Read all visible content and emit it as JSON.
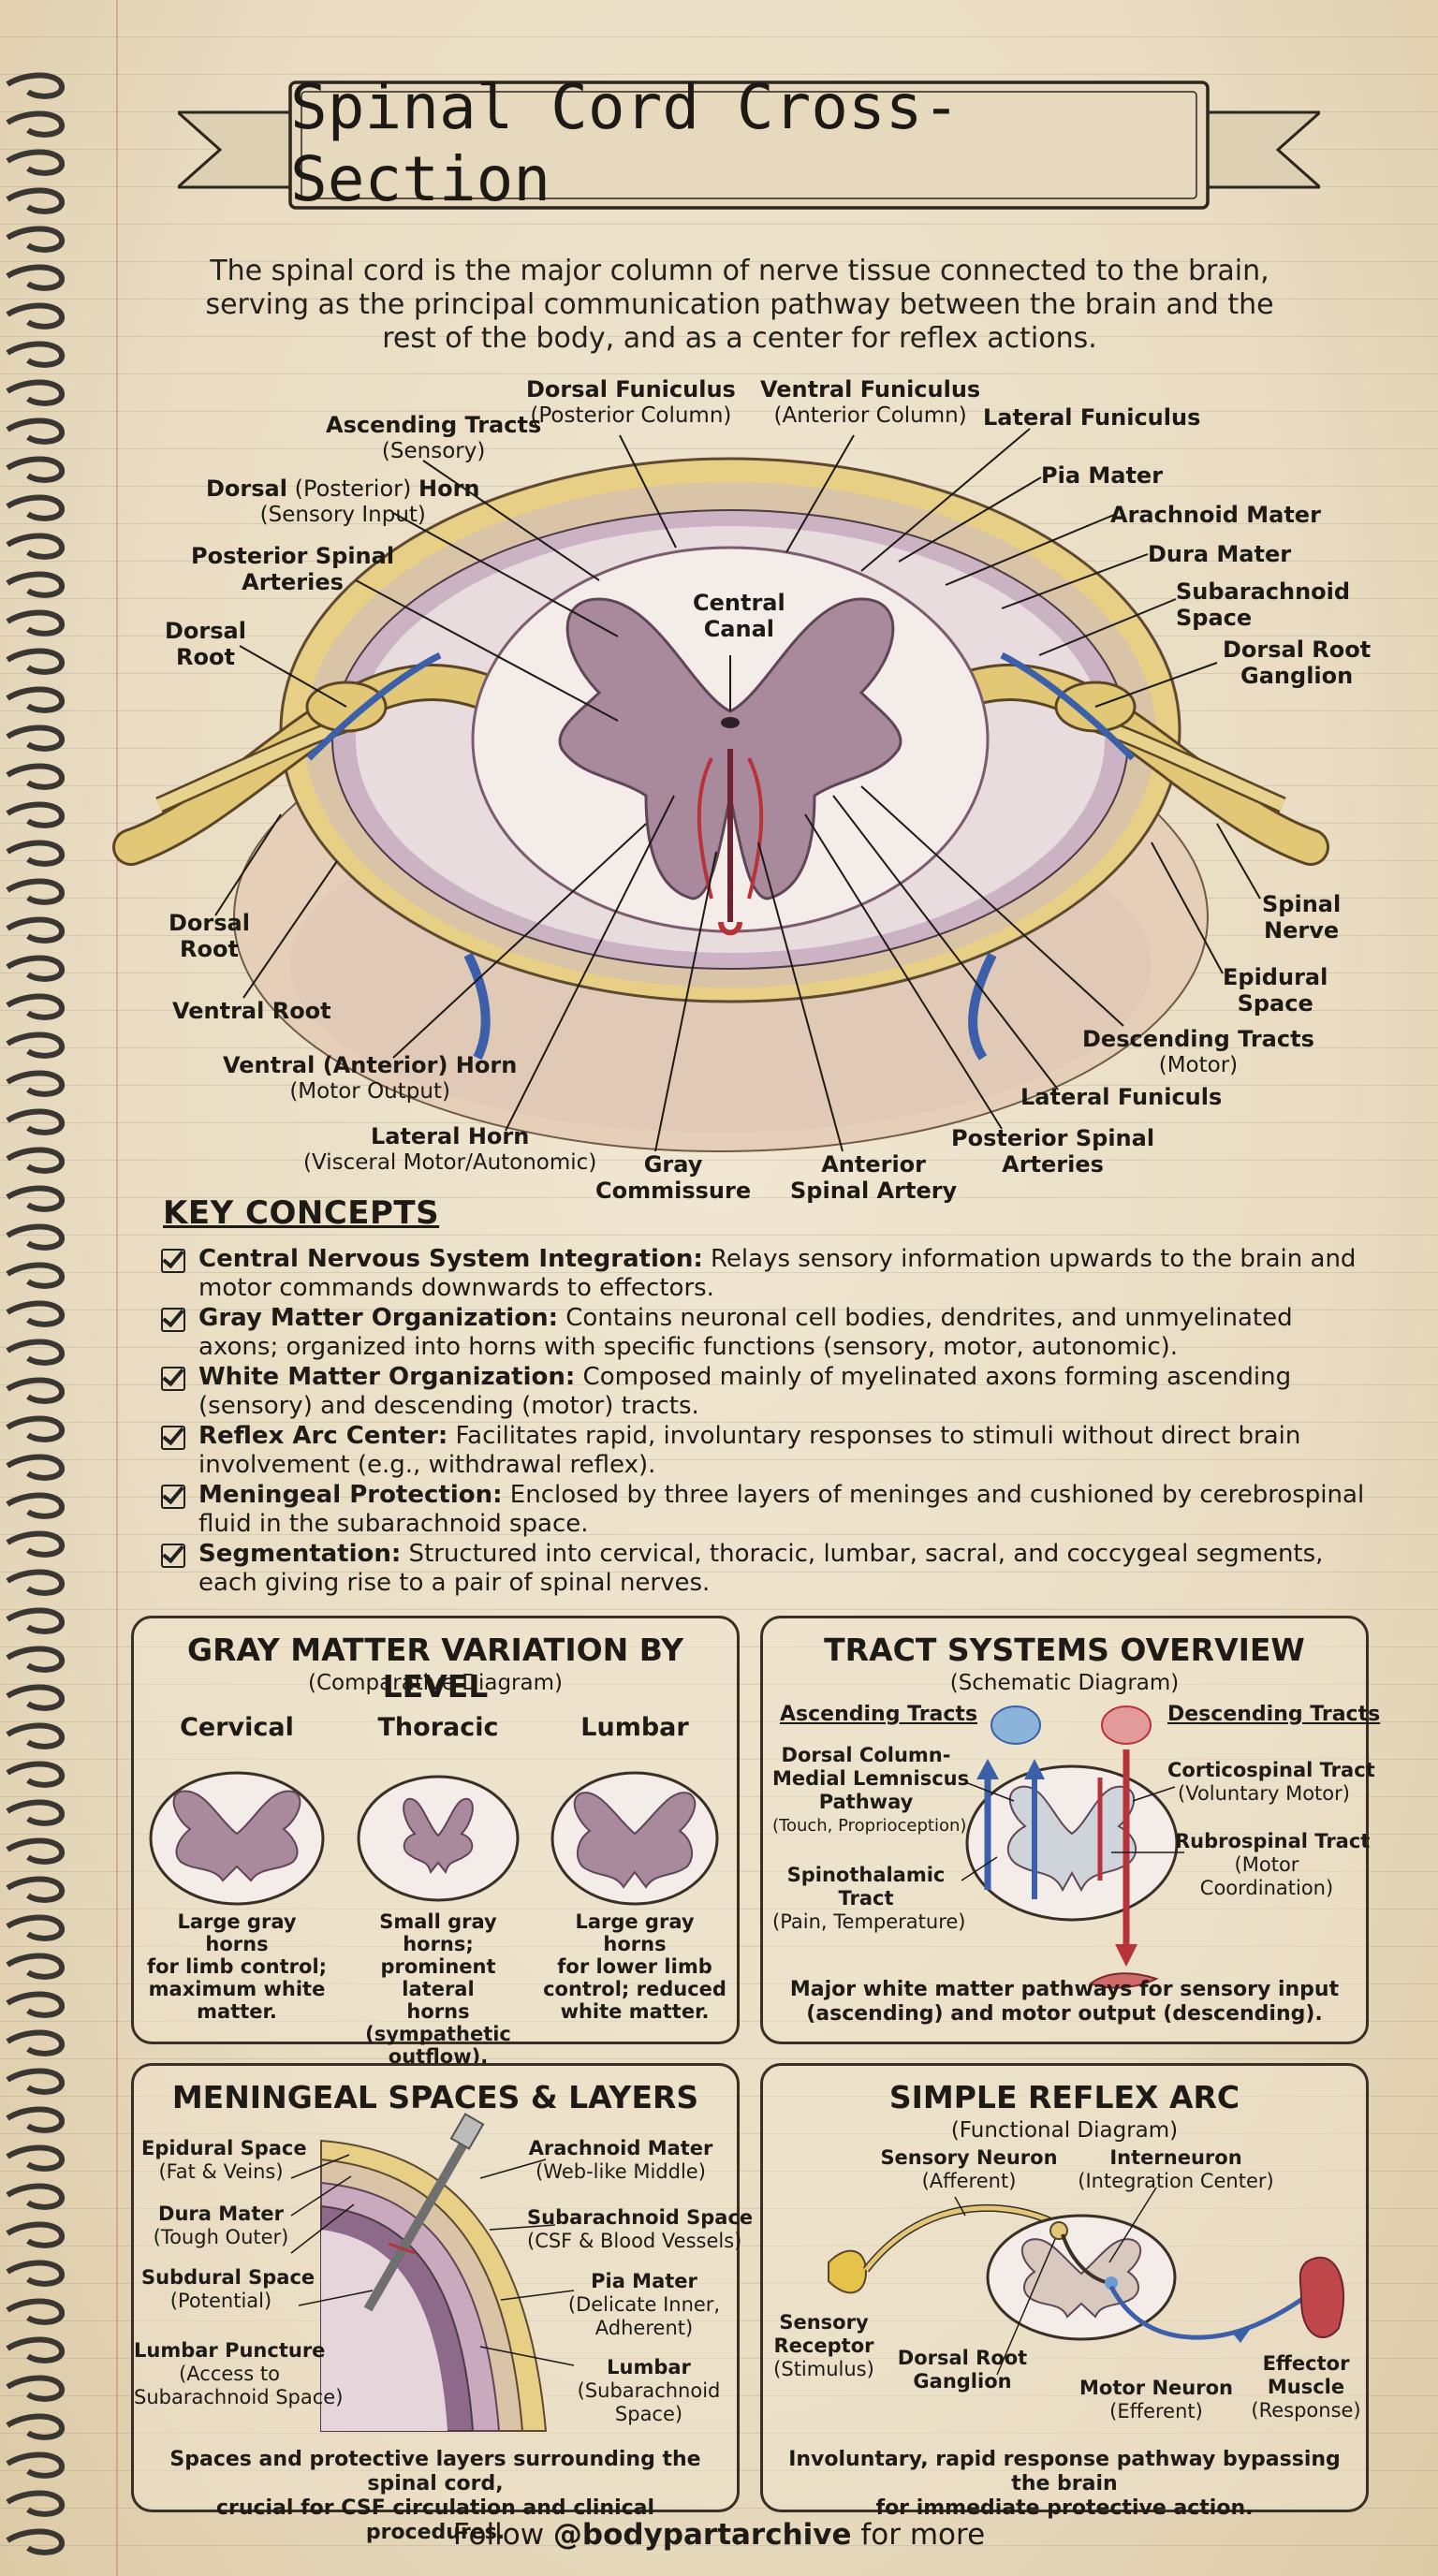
{
  "title": "Spinal Cord Cross-Section",
  "intro": "The spinal cord is the major column of nerve tissue connected to the brain, serving as the principal communication pathway between the brain and the rest of the body, and as a center for reflex actions.",
  "main_labels": {
    "dorsal_funiculus": {
      "name": "Dorsal Funiculus",
      "sub": "(Posterior Column)"
    },
    "ventral_funiculus": {
      "name": "Ventral Funiculus",
      "sub": "(Anterior Column)"
    },
    "lateral_funiculus": {
      "name": "Lateral Funiculus"
    },
    "ascending_tracts": {
      "name": "Ascending Tracts",
      "sub": "(Sensory)"
    },
    "dorsal_horn": {
      "name": "Dorsal",
      "mid": " (Posterior) ",
      "name2": "Horn",
      "sub": "(Sensory Input)"
    },
    "posterior_spinal_arteries_top": {
      "name": "Posterior Spinal",
      "name2": "Arteries"
    },
    "dorsal_root_top": {
      "name": "Dorsal",
      "name2": "Root"
    },
    "central_canal": {
      "name": "Central",
      "name2": "Canal"
    },
    "pia_mater": {
      "name": "Pia Mater"
    },
    "arachnoid_mater": {
      "name": "Arachnoid Mater"
    },
    "dura_mater": {
      "name": "Dura Mater"
    },
    "subarachnoid_space": {
      "name": "Subarachnoid",
      "name2": "Space"
    },
    "dorsal_root_ganglion": {
      "name": "Dorsal Root",
      "name2": "Ganglion"
    },
    "spinal_nerve": {
      "name": "Spinal",
      "name2": "Nerve"
    },
    "epidural_space": {
      "name": "Epidural",
      "name2": "Space"
    },
    "dorsal_root_bottom": {
      "name": "Dorsal",
      "name2": "Root"
    },
    "ventral_root": {
      "name": "Ventral Root"
    },
    "ventral_horn": {
      "name": "Ventral (Anterior) Horn",
      "sub": "(Motor Output)"
    },
    "lateral_horn": {
      "name": "Lateral Horn",
      "sub": "(Visceral Motor/Autonomic)"
    },
    "gray_commissure": {
      "name": "Gray",
      "name2": "Commissure"
    },
    "anterior_spinal_artery": {
      "name": "Anterior",
      "name2": "Spinal Artery"
    },
    "posterior_spinal_arteries_bottom": {
      "name": "Posterior Spinal",
      "name2": "Arteries"
    },
    "lateral_funiculs": {
      "name": "Lateral Funiculs"
    },
    "descending_tracts": {
      "name": "Descending Tracts",
      "sub": "(Motor)"
    }
  },
  "key_concepts": {
    "heading": "KEY CONCEPTS",
    "items": [
      {
        "term": "Central Nervous System Integration:",
        "text": " Relays sensory information upwards to the brain and motor commands downwards to effectors."
      },
      {
        "term": "Gray Matter Organization:",
        "text": " Contains neuronal cell bodies, dendrites, and unmyelinated axons; organized into horns with specific functions (sensory, motor, autonomic)."
      },
      {
        "term": "White Matter Organization:",
        "text": " Composed mainly of myelinated axons forming ascending (sensory) and descending (motor) tracts."
      },
      {
        "term": "Reflex Arc Center:",
        "text": " Facilitates rapid, involuntary responses to stimuli without direct brain involvement (e.g., withdrawal reflex)."
      },
      {
        "term": "Meningeal Protection:",
        "text": " Enclosed by three layers of meninges and cushioned by cerebrospinal fluid in the subarachnoid space."
      },
      {
        "term": "Segmentation:",
        "text": " Structured into cervical, thoracic, lumbar, sacral, and coccygeal segments, each giving rise to a pair of spinal nerves."
      }
    ]
  },
  "panels": {
    "gray_matter": {
      "title": "GRAY MATTER VARIATION BY LEVEL",
      "subtitle": "(Comparative Diagram)",
      "levels": [
        {
          "name": "Cervical",
          "caption": [
            "Large gray horns",
            "for limb control;",
            "maximum white",
            "matter."
          ]
        },
        {
          "name": "Thoracic",
          "caption": [
            "Small gray horns;",
            "prominent lateral",
            "horns (sympathetic",
            "outflow)."
          ]
        },
        {
          "name": "Lumbar",
          "caption": [
            "Large gray horns",
            "for lower limb",
            "control; reduced",
            "white matter."
          ]
        }
      ]
    },
    "tracts": {
      "title": "TRACT SYSTEMS OVERVIEW",
      "subtitle": "(Schematic Diagram)",
      "ascending_heading": "Ascending Tracts",
      "descending_heading": "Descending Tracts",
      "dcml": [
        "Dorsal Column-",
        "Medial Lemniscus",
        "Pathway"
      ],
      "dcml_sub": "(Touch, Proprioception)",
      "spinothalamic": [
        "Spinothalamic",
        "Tract"
      ],
      "spinothalamic_sub": "(Pain, Temperature)",
      "corticospinal": "Corticospinal Tract",
      "corticospinal_sub": "(Voluntary Motor)",
      "rubrospinal": "Rubrospinal Tract",
      "rubrospinal_sub": [
        "(Motor",
        "Coordination)"
      ],
      "caption": [
        "Major white matter pathways for sensory input",
        "(ascending) and motor output (descending)."
      ]
    },
    "meningeal": {
      "title": "MENINGEAL SPACES & LAYERS",
      "epidural": "Epidural Space",
      "epidural_sub": "(Fat & Veins)",
      "dura": "Dura Mater",
      "dura_sub": "(Tough Outer)",
      "subdural": "Subdural Space",
      "subdural_sub": "(Potential)",
      "lumbar_puncture": "Lumbar Puncture",
      "lumbar_puncture_sub": [
        "(Access to",
        "Subarachnoid Space)"
      ],
      "arachnoid": "Arachnoid Mater",
      "arachnoid_sub": "(Web-like Middle)",
      "subarachnoid": "Subarachnoid Space",
      "subarachnoid_sub": "(CSF & Blood Vessels)",
      "pia": "Pia Mater",
      "pia_sub": [
        "(Delicate Inner,",
        "Adherent)"
      ],
      "lumbar": "Lumbar",
      "lumbar_sub": [
        "(Subarachnoid",
        "Space)"
      ],
      "caption": [
        "Spaces and protective layers surrounding the spinal cord,",
        "crucial for CSF circulation and clinical procedures."
      ]
    },
    "reflex": {
      "title": "SIMPLE REFLEX ARC",
      "subtitle": "(Functional Diagram)",
      "sensory_neuron": "Sensory Neuron",
      "sensory_neuron_sub": "(Afferent)",
      "interneuron": "Interneuron",
      "interneuron_sub": "(Integration Center)",
      "sensory_receptor": [
        "Sensory",
        "Receptor"
      ],
      "sensory_receptor_sub": "(Stimulus)",
      "drg": [
        "Dorsal Root",
        "Ganglion"
      ],
      "motor_neuron": "Motor Neuron",
      "motor_neuron_sub": "(Efferent)",
      "effector": [
        "Effector",
        "Muscle"
      ],
      "effector_sub": "(Response)",
      "caption": [
        "Involuntary, rapid response pathway bypassing the brain",
        "for immediate protective action."
      ]
    }
  },
  "footer": {
    "prefix": "Follow ",
    "handle": "@bodypartarchive",
    "suffix": " for more"
  },
  "colors": {
    "paper": "#ece1c9",
    "ink": "#1e1a16",
    "gray_matter": "#a88a9c",
    "white_matter": "#f2ebe6",
    "nerve": "#e2c777",
    "artery": "#b8323a",
    "vein": "#3b5fa8"
  }
}
